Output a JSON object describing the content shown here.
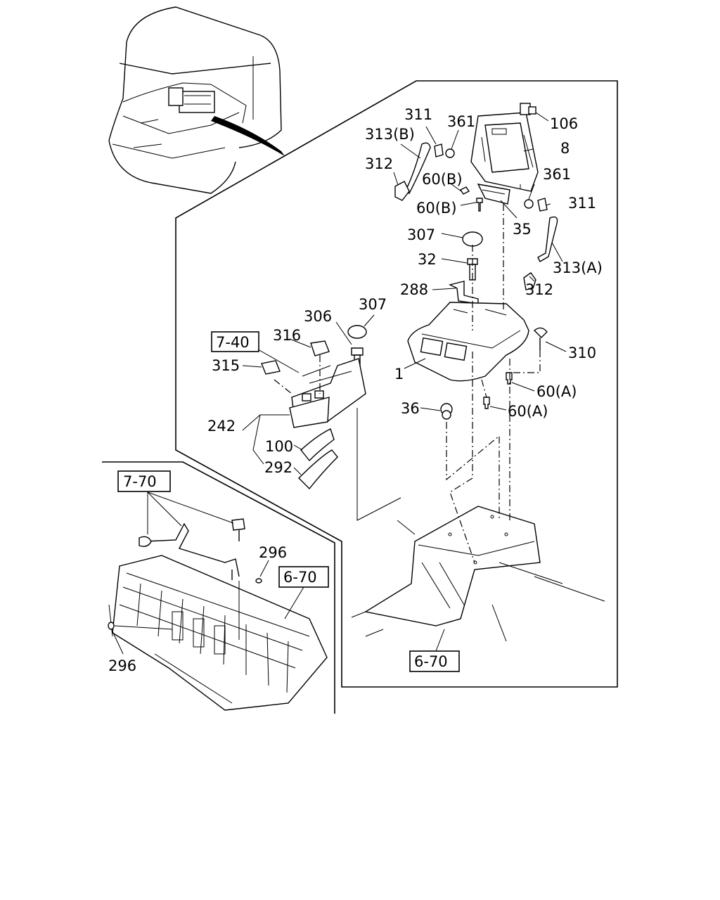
{
  "labels": {
    "p311_top": "311",
    "p361_top": "361",
    "p106": "106",
    "p313b": "313(B)",
    "p8": "8",
    "p312_top": "312",
    "p60b_1": "60(B)",
    "p361_right": "361",
    "p311_right": "311",
    "p60b_2": "60(B)",
    "p35": "35",
    "p307_top": "307",
    "p32": "32",
    "p313a": "313(A)",
    "p312_right": "312",
    "p288": "288",
    "p307_mid": "307",
    "p306": "306",
    "p316": "316",
    "p310": "310",
    "p315": "315",
    "p1": "1",
    "p60a_1": "60(A)",
    "p36": "36",
    "p60a_2": "60(A)",
    "p242": "242",
    "p100": "100",
    "p292": "292",
    "p296_top": "296",
    "p296_bottom": "296"
  },
  "references": {
    "ref_7_40": "7-40",
    "ref_7_70": "7-70",
    "ref_6_70_left": "6-70",
    "ref_6_70_bottom": "6-70"
  }
}
